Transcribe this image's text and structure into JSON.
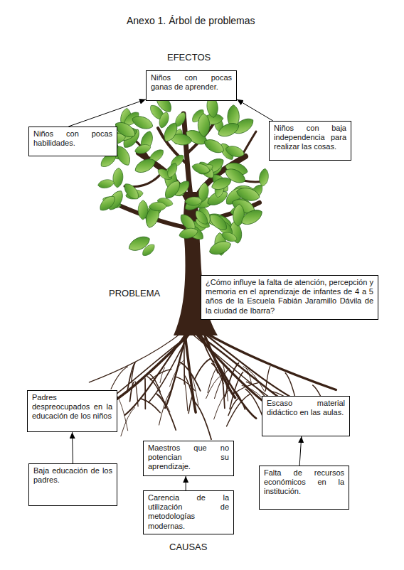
{
  "diagram": {
    "title": "Anexo 1. Árbol de problemas",
    "nodes": [
      {
        "text": [
          "Niños con pocas ganas de aprender."
        ]
      },
      {
        "text": [
          "Niños con pocas habilidades."
        ]
      },
      {
        "text": [
          "Niños con baja independencia para realizar las cosas."
        ]
      },
      {
        "text": [
          "¿Cómo influye la falta de atención, percepción y memoria en el aprendizaje de infantes de 4 a 5 años de la Escuela Fabián Jaramillo Dávila de la ciudad de Ibarra?"
        ]
      },
      {
        "text": [
          "Padres despreocupados en la educación de los niños"
        ]
      },
      {
        "text": [
          "Escaso material didáctico en las aulas."
        ]
      },
      {
        "text": [
          "Maestros que no potencian su aprendizaje."
        ]
      },
      {
        "text": [
          "Baja educación de los padres."
        ]
      },
      {
        "text": [
          "Falta de recursos económicos en la institución."
        ]
      },
      {
        "text": [
          "Carencia de la utilización de metodologías modernas."
        ]
      }
    ],
    "edges": [
      {
        "from": 1,
        "to": 0,
        "arrow": "to"
      },
      {
        "from": 2,
        "to": 0,
        "arrow": "to"
      },
      {
        "from": 7,
        "to": 4,
        "arrow": "to"
      },
      {
        "from": 8,
        "to": 5,
        "arrow": "to"
      },
      {
        "from": 9,
        "to": 6,
        "arrow": "to"
      }
    ],
    "labels": [
      "EFECTOS",
      "PROBLEMA",
      "CAUSAS"
    ]
  }
}
